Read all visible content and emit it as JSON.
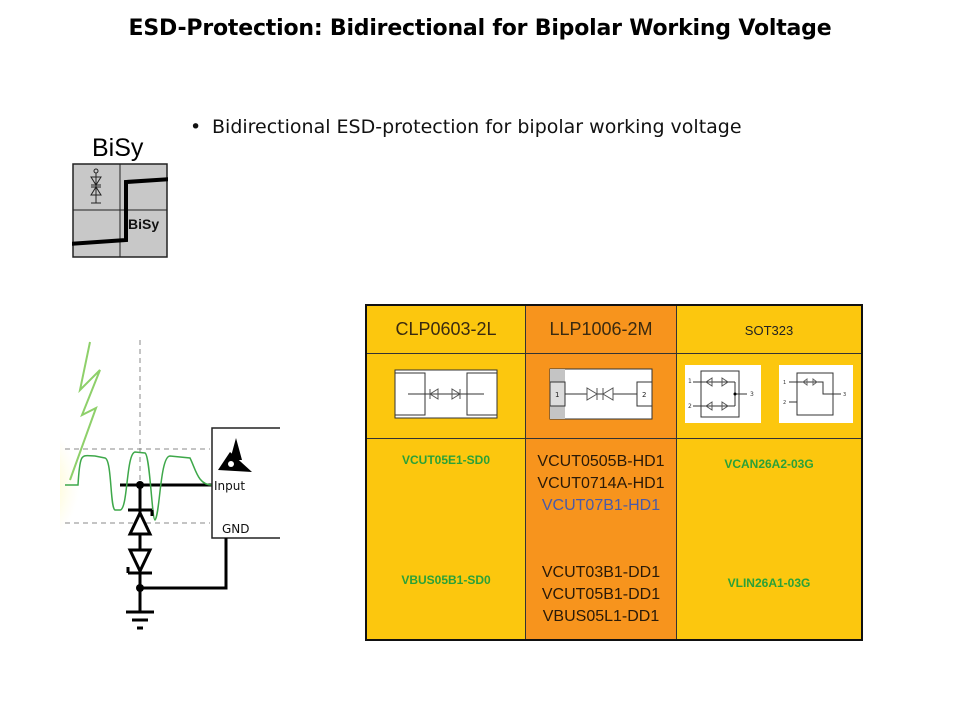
{
  "slide": {
    "title": "ESD-Protection: Bidirectional for Bipolar Working Voltage",
    "bullets": [
      {
        "marker": "•",
        "text": "Bidirectional ESD-protection for bipolar working voltage"
      }
    ]
  },
  "bisy_symbol": {
    "label": "BiSy",
    "inner_label": "BiSy",
    "icon": "bidirectional-diode-symbol"
  },
  "circuit_diagram": {
    "input_label": "Input",
    "gnd_label": "GND",
    "icons": [
      "esd-sensitive-warning-icon",
      "lightning-bolt-icon",
      "tvs-diode-pair",
      "ground-symbol"
    ]
  },
  "package_table": {
    "colors": {
      "yellow": "#fcc70e",
      "orange": "#f7941d",
      "green_text": "#2aa138",
      "blue_text": "#4a5aa8"
    },
    "columns": [
      {
        "package": "CLP0603-2L",
        "diagram": "clp0603-2l-footprint",
        "parts_top": [
          "VCUT05E1-SD0"
        ],
        "parts_bottom": [
          "VBUS05B1-SD0"
        ]
      },
      {
        "package": "LLP1006-2M",
        "diagram": "llp1006-2m-footprint",
        "pin_labels": [
          "1",
          "2"
        ],
        "parts_top": [
          "VCUT0505B-HD1",
          "VCUT0714A-HD1",
          "VCUT07B1-HD1"
        ],
        "parts_bottom": [
          "VCUT03B1-DD1",
          "VCUT05B1-DD1",
          "VBUS05L1-DD1"
        ]
      },
      {
        "package": "SOT323",
        "diagram": "sot323-footprints",
        "pin_labels": [
          "1",
          "2",
          "3"
        ],
        "parts_top": [
          "VCAN26A2-03G"
        ],
        "parts_bottom": [
          "VLIN26A1-03G"
        ]
      }
    ]
  }
}
